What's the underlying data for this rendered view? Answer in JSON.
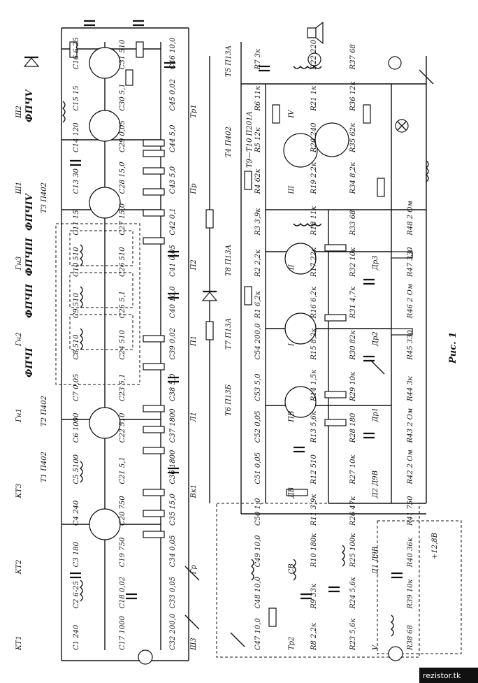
{
  "figure_caption": "Рис. 1",
  "watermark": "rezistor.tk",
  "filters": [
    "ФПЧI",
    "ФПЧII",
    "ФПЧIII",
    "ФПЧIV",
    "ФПЧV"
  ],
  "transistors": [
    "T1 П402",
    "T2 П402",
    "T3 П402",
    "T4 П402",
    "T5 П13А",
    "T6 П13Б",
    "T7 П13А",
    "T8 П13А",
    "T9—T10 П201А"
  ],
  "components": [
    "C1 240",
    "C2 6-25",
    "C3 180",
    "C4 240",
    "C5 5100",
    "C6 1000",
    "C7 0,05",
    "C8 510",
    "C9 510",
    "C10 510",
    "C11 15",
    "C13 30",
    "C14 120",
    "C15 15",
    "C16 6-25",
    "C17 1000",
    "C18 0,02",
    "C19 750",
    "C20 750",
    "C21 5,1",
    "C22 510",
    "C23 5,1",
    "C24 510",
    "C25 5,1",
    "C26 510",
    "C27 15,0",
    "C28 15,0",
    "C29 0,05",
    "C30 5,1",
    "C31 510",
    "C32 200,0",
    "C33 0,05",
    "C34 0,05",
    "C35 15,0",
    "C36 1800",
    "C37 1800",
    "C38 5,0",
    "C39 0,02",
    "C40 10,0",
    "C41 0,05",
    "C42 0,1",
    "C43 5,0",
    "C44 5,0",
    "C45 0,02",
    "C46 10,0",
    "C47 10,0",
    "C48 10,0",
    "C49 10,0",
    "C50 1,0",
    "C51 0,05",
    "C52 0,05",
    "C53 5,0",
    "C54 200,0",
    "R1 6,2к",
    "R2 2,2к",
    "R3 3,9к",
    "R4 62к",
    "R5 12к",
    "R6 11к",
    "R7 3к",
    "R8 2,2к",
    "R9 33к",
    "R10 180к",
    "R11 3,9к",
    "R12 510",
    "R13 5,6к",
    "R14 1,5к",
    "R15 8,2к",
    "R16 6,2к",
    "R17 22к",
    "R18 11к",
    "R19 2,2к",
    "R20 240",
    "R21 1к",
    "R22 220",
    "R23 5,6к",
    "R24 5,6к",
    "R25 100к",
    "R26 47к",
    "R27 10к",
    "R28 180",
    "R29 10к",
    "R30 82к",
    "R31 4,7к",
    "R32 10к",
    "R33 68",
    "R34 8,2к",
    "R35 62к",
    "R36 12к",
    "R37 68",
    "R38 68",
    "R39 10к",
    "R40 36к",
    "R41 750",
    "R42 2 Ом",
    "R43 2 Ом",
    "R44 3к",
    "R45 330",
    "R46 2 Ом",
    "R47 330",
    "R48 2 Ом"
  ],
  "diodes": [
    "Д1 Д9В",
    "Д2 Д9В",
    "Др1",
    "Др2",
    "Др3"
  ],
  "labels": [
    "КТ1",
    "КТ2",
    "КТ3",
    "Гн1",
    "Гн2",
    "Гн3",
    "Ш1",
    "Ш2",
    "Ш3",
    "Гр",
    "Вк1",
    "Л1",
    "П1",
    "П2",
    "Пр",
    "Тр1",
    "Тр2",
    "СВ",
    "ДВ",
    "ПВ",
    "I",
    "II",
    "III",
    "IV",
    "V"
  ],
  "supply": "+12,8В"
}
